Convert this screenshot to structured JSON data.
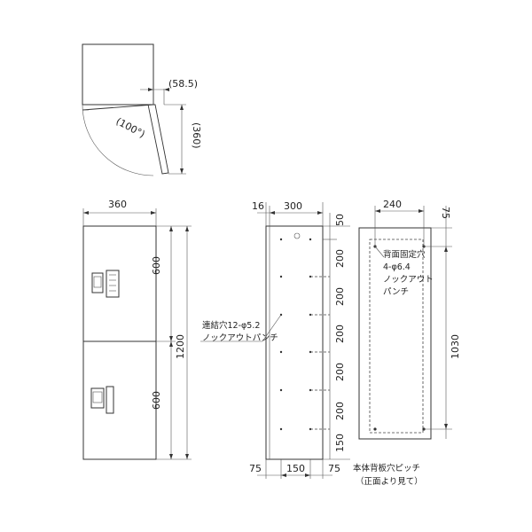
{
  "top_view": {
    "door_offset": "(58.5)",
    "depth": "(360)",
    "open_angle": "(100°)"
  },
  "front_view": {
    "width": "360",
    "upper_height": "600",
    "lower_height": "600",
    "total_height": "1200"
  },
  "side_view": {
    "left_offset": "16",
    "width": "300",
    "top_margin": "50",
    "pitches": [
      "200",
      "200",
      "200",
      "200",
      "200"
    ],
    "bottom_pitch": "150",
    "bottom_left": "75",
    "bottom_center": "150",
    "bottom_right": "75",
    "note_line1": "連結穴12-φ5.2",
    "note_line2": "ノックアウトパンチ"
  },
  "back_view": {
    "width": "240",
    "top_offset": "75",
    "height": "1030",
    "note_line1": "背面固定穴",
    "note_line2": "4-φ6.4",
    "note_line3": "ノックアウト",
    "note_line4": "パンチ",
    "caption_line1": "本体背板穴ピッチ",
    "caption_line2": "（正面より見て）"
  }
}
